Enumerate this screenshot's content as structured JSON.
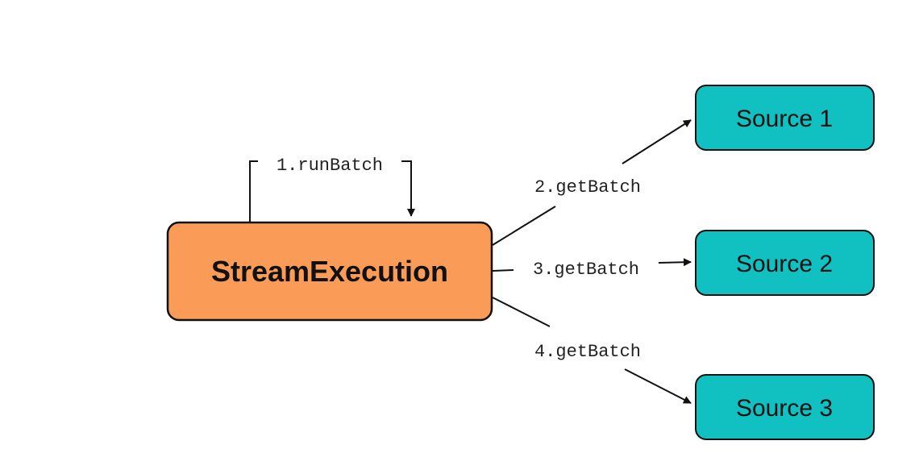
{
  "colors": {
    "main_fill": "#fa9b58",
    "source_fill": "#11c1c1",
    "stroke": "#111111"
  },
  "nodes": {
    "main": {
      "label": "StreamExecution"
    },
    "sources": [
      {
        "label": "Source 1"
      },
      {
        "label": "Source 2"
      },
      {
        "label": "Source 3"
      }
    ]
  },
  "edges": {
    "self_loop": {
      "label": "1.runBatch"
    },
    "to_sources": [
      {
        "label": "2.getBatch"
      },
      {
        "label": "3.getBatch"
      },
      {
        "label": "4.getBatch"
      }
    ]
  }
}
